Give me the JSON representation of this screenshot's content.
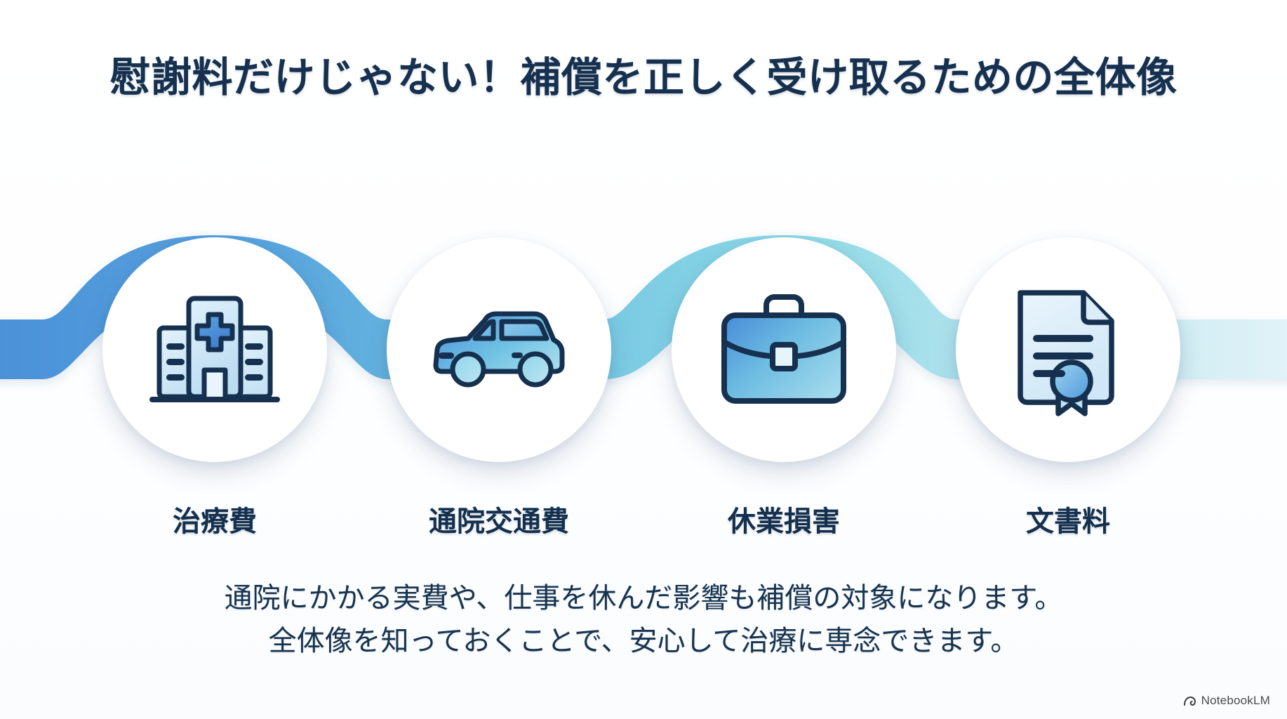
{
  "slide": {
    "title": "慰謝料だけじゃない！補償を正しく受け取るための全体像",
    "caption_line1": "通院にかかる実費や、仕事を休んだ影響も補償の対象になります。",
    "caption_line2": "全体像を知っておくことで、安心して治療に専念できます。"
  },
  "steps": [
    {
      "label": "治療費",
      "icon": "hospital-building-icon"
    },
    {
      "label": "通院交通費",
      "icon": "car-icon"
    },
    {
      "label": "休業損害",
      "icon": "briefcase-icon"
    },
    {
      "label": "文書料",
      "icon": "certificate-document-icon"
    }
  ],
  "watermark": {
    "label": "NotebookLM",
    "icon": "notebooklm-logo-icon"
  },
  "colors": {
    "title_text": "#16314f",
    "label_text": "#14304e",
    "caption_text": "#17344f",
    "icon_outline": "#16314f",
    "icon_fill_light": "#dff0fa",
    "icon_fill_blue": "#4a90d9",
    "ribbon_start": "#4a90d9",
    "ribbon_mid": "#7fd0e0",
    "ribbon_end": "#dff1f6",
    "circle_bg": "#ffffff",
    "page_bg": "#ffffff"
  }
}
